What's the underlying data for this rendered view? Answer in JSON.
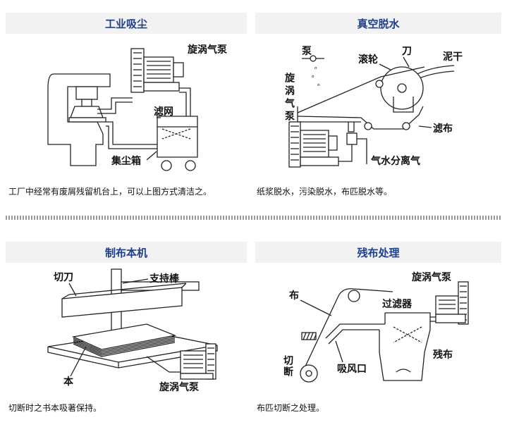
{
  "panels": [
    {
      "title": "工业吸尘",
      "caption": "工厂中经常有废屑残留机台上，可以上图方式清洁之。",
      "labels": {
        "pump": "旋涡气泵",
        "filter": "滤网",
        "box": "集尘箱"
      }
    },
    {
      "title": "真空脱水",
      "caption": "纸浆脱水，污染脱水，布匹脱水等。",
      "labels": {
        "pump_top": "泵",
        "roller": "滚轮",
        "knife": "刀",
        "mud": "泥干",
        "vortex_v": "旋涡气泵",
        "cloth_filter": "滤布",
        "separator": "气水分离气"
      }
    },
    {
      "title": "制布本机",
      "caption": "切断时之书本吸著保持。",
      "labels": {
        "cutter": "切刀",
        "rod": "支持棒",
        "book": "本",
        "pump": "旋涡气泵"
      }
    },
    {
      "title": "残布处理",
      "caption": "布匹切断之处理。",
      "labels": {
        "pump": "旋涡气泵",
        "cloth": "布",
        "filter": "过滤器",
        "cut_v": "切断",
        "suction": "吸风口",
        "scrap": "残布"
      }
    }
  ]
}
